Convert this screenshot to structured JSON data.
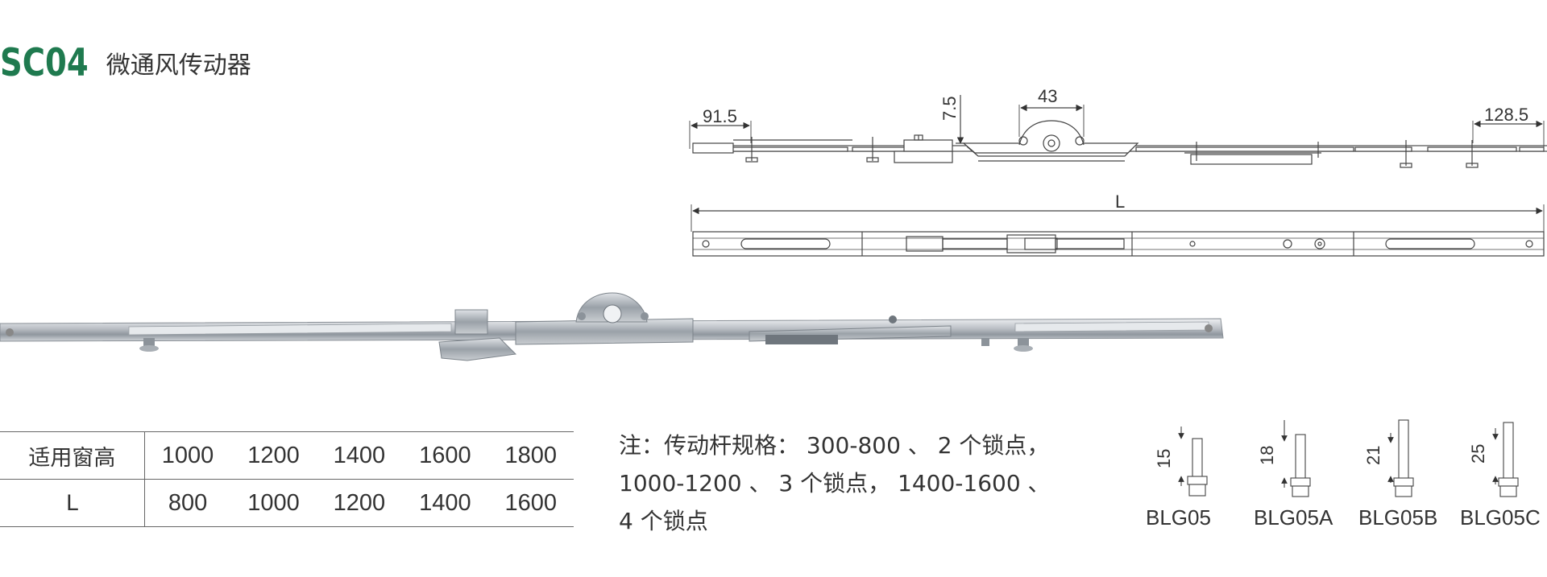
{
  "header": {
    "model_code": "SC04",
    "product_name": "微通风传动器"
  },
  "top_drawing": {
    "dim_left": "91.5",
    "dim_gearbox_width": "43",
    "dim_offset": "7.5",
    "dim_right": "128.5"
  },
  "plan_drawing": {
    "length_label": "L"
  },
  "spec_table": {
    "row_header_height": "适用窗高",
    "row_header_length": "L",
    "window_heights": [
      "1000",
      "1200",
      "1400",
      "1600",
      "1800"
    ],
    "lengths": [
      "800",
      "1000",
      "1200",
      "1400",
      "1600"
    ]
  },
  "note": {
    "line1": "注：传动杆规格： 300-800 、 2 个锁点，",
    "line2": "1000-1200 、 3 个锁点， 1400-1600 、",
    "line3": "4 个锁点"
  },
  "parts": [
    {
      "name": "BLG05",
      "height": "15"
    },
    {
      "name": "BLG05A",
      "height": "18"
    },
    {
      "name": "BLG05B",
      "height": "21"
    },
    {
      "name": "BLG05C",
      "height": "25"
    }
  ]
}
